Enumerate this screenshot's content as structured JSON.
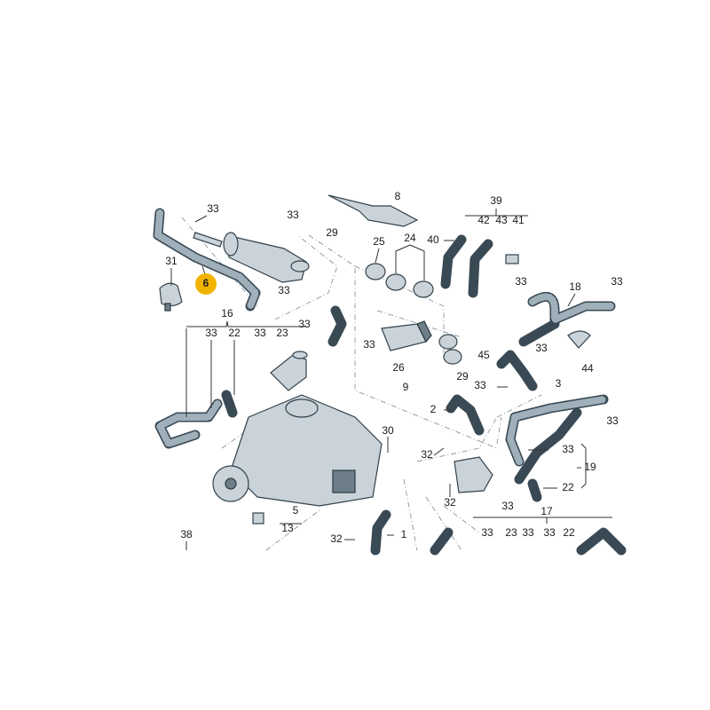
{
  "diagram": {
    "highlight_color": "#f0b400",
    "highlighted_callout": "6",
    "callouts": [
      "33",
      "33",
      "8",
      "29",
      "39",
      "42",
      "43",
      "41",
      "25",
      "24",
      "40",
      "31",
      "6",
      "33",
      "33",
      "18",
      "33",
      "16",
      "33",
      "22",
      "33",
      "23",
      "33",
      "33",
      "33",
      "26",
      "45",
      "44",
      "9",
      "29",
      "33",
      "3",
      "2",
      "33",
      "30",
      "32",
      "33",
      "19",
      "22",
      "32",
      "33",
      "5",
      "13",
      "17",
      "38",
      "32",
      "1",
      "33",
      "23",
      "33",
      "33",
      "22"
    ]
  }
}
